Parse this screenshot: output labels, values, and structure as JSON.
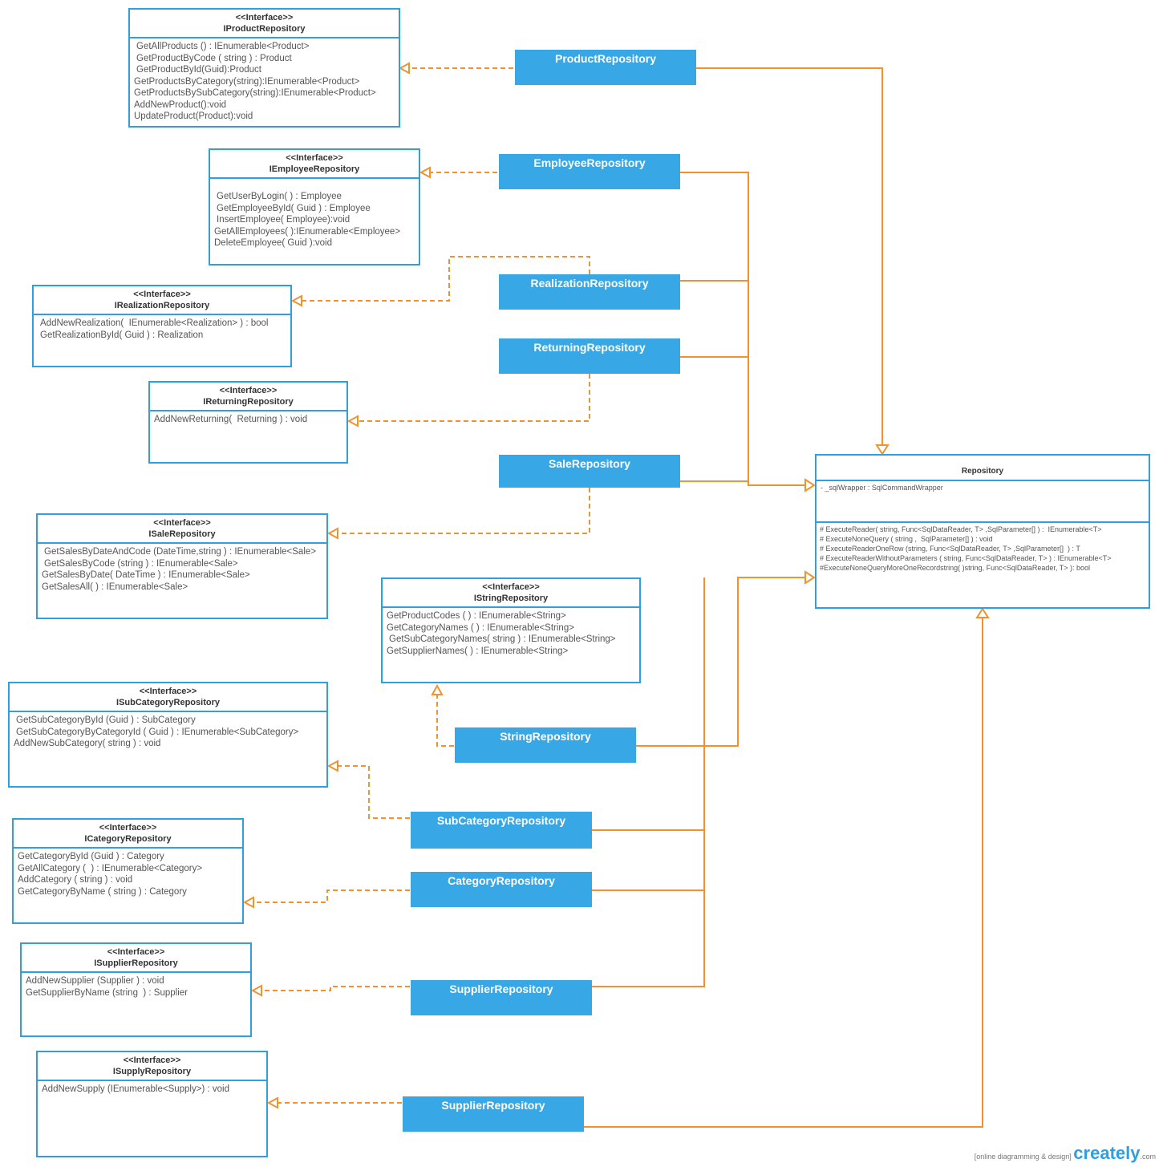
{
  "interfaces": [
    {
      "stereotype": "<<Interface>>",
      "name": "IProductRepository",
      "methods": [
        "GetAllProducts () : IEnumerable<Product>",
        "GetProductByCode ( string ) : Product",
        "GetProductById(Guid):Product",
        "GetProductsByCategory(string):IEnumerable<Product>",
        "GetProductsBySubCategory(string):IEnumerable<Product>",
        "AddNewProduct():void",
        "UpdateProduct(Product):void"
      ]
    },
    {
      "stereotype": "<<Interface>>",
      "name": "IEmployeeRepository",
      "methods": [
        "GetUserByLogin( ) : Employee",
        "GetEmployeeById( Guid ) : Employee",
        "InsertEmployee( Employee):void",
        "GetAllEmployees( ):IEnumerable<Employee>",
        "DeleteEmployee( Guid ):void"
      ]
    },
    {
      "stereotype": "<<Interface>>",
      "name": "IRealizationRepository",
      "methods": [
        "AddNewRealization(  IEnumerable<Realization> ) : bool",
        "GetRealizationById( Guid ) : Realization"
      ]
    },
    {
      "stereotype": "<<Interface>>",
      "name": "IReturningRepository",
      "methods": [
        "AddNewReturning(  Returning ) : void"
      ]
    },
    {
      "stereotype": "<<Interface>>",
      "name": "ISaleRepository",
      "methods": [
        "GetSalesByDateAndCode (DateTime,string ) : IEnumerable<Sale>",
        "GetSalesByCode (string ) : IEnumerable<Sale>",
        "GetSalesByDate( DateTime ) : IEnumerable<Sale>",
        "GetSalesAll( ) : IEnumerable<Sale>"
      ]
    },
    {
      "stereotype": "<<Interface>>",
      "name": "IStringRepository",
      "methods": [
        "GetProductCodes ( ) : IEnumerable<String>",
        "GetCategoryNames ( ) : IEnumerable<String>",
        "GetSubCategoryNames( string ) : IEnumerable<String>",
        "GetSupplierNames( ) : IEnumerable<String>"
      ]
    },
    {
      "stereotype": "<<Interface>>",
      "name": "ISubCategoryRepository",
      "methods": [
        "GetSubCategoryById (Guid ) : SubCategory",
        "GetSubCategoryByCategoryId ( Guid ) : IEnumerable<SubCategory>",
        "AddNewSubCategory( string ) : void"
      ]
    },
    {
      "stereotype": "<<Interface>>",
      "name": "ICategoryRepository",
      "methods": [
        "GetCategoryById (Guid ) : Category",
        "GetAllCategory (  ) : IEnumerable<Category>",
        "AddCategory ( string ) : void",
        "GetCategoryByName ( string ) : Category"
      ]
    },
    {
      "stereotype": "<<Interface>>",
      "name": "ISupplierRepository",
      "methods": [
        "AddNewSupplier (Supplier ) : void",
        "GetSupplierByName (string  ) : Supplier"
      ]
    },
    {
      "stereotype": "<<Interface>>",
      "name": "ISupplyRepository",
      "methods": [
        "AddNewSupply (IEnumerable<Supply>) : void"
      ]
    }
  ],
  "classes": [
    {
      "name": "ProductRepository"
    },
    {
      "name": "EmployeeRepository"
    },
    {
      "name": "RealizationRepository"
    },
    {
      "name": "ReturningRepository"
    },
    {
      "name": "SaleRepository"
    },
    {
      "name": "StringRepository"
    },
    {
      "name": "SubCategoryRepository"
    },
    {
      "name": "CategoryRepository"
    },
    {
      "name": "SupplierRepository"
    },
    {
      "name": "SupplierRepository"
    }
  ],
  "repository": {
    "name": "Repository",
    "field": "- _sqlWrapper : SqlCommandWrapper",
    "methods": [
      "# ExecuteReader( string, Func<SqlDataReader, T> ,SqlParameter[] ) :  IEnumerable<T>",
      "# ExecuteNoneQuery ( string ,  SqlParameter[] ) : void",
      "# ExecuteReaderOneRow (string, Func<SqlDataReader, T> ,SqlParameter[]  ) : T",
      "# ExecuteReaderWithoutParameters ( string, Func<SqlDataReader, T> ) : IEnumerable<T>",
      "#ExecuteNoneQueryMoreOneRecordstring( )string, Func<SqlDataReader, T> ): bool"
    ]
  },
  "brand": {
    "tagline": "[online diagramming & design]",
    "logo": "creately",
    "suffix": ".com"
  },
  "colors": {
    "box_border": "#2f9fe0",
    "class_fill": "#38a7e5",
    "connector": "#f0922e"
  }
}
